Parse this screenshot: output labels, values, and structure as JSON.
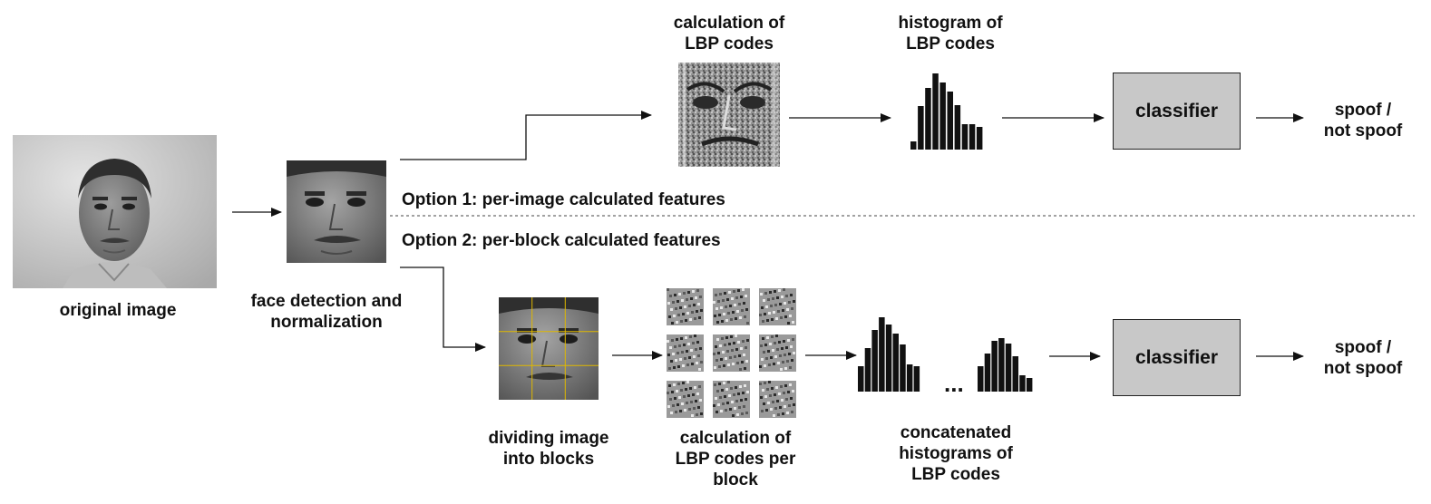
{
  "labels": {
    "original_image": "original image",
    "face_detection": [
      "face detection and",
      "normalization"
    ],
    "lbp_calc_top": [
      "calculation of",
      "LBP codes"
    ],
    "hist_top": [
      "histogram of",
      "LBP codes"
    ],
    "spoof_top": [
      "spoof /",
      "not spoof"
    ],
    "option1": "Option 1: per-image calculated features",
    "option2": "Option 2: per-block calculated features",
    "dividing": [
      "dividing image",
      "into blocks"
    ],
    "lbp_calc_block": [
      "calculation of",
      "LBP codes per",
      "block"
    ],
    "concat_hist": [
      "concatenated",
      "histograms of",
      "LBP codes"
    ],
    "ellipsis": "...",
    "spoof_bottom": [
      "spoof /",
      "not spoof"
    ]
  },
  "classifier_top": "classifier",
  "classifier_bottom": "classifier",
  "histogram_top": [
    9,
    48,
    68,
    84,
    74,
    64,
    49,
    28,
    28,
    25
  ],
  "histogram_bottom_left": [
    28,
    48,
    68,
    82,
    74,
    64,
    52,
    30,
    28
  ],
  "histogram_bottom_right": [
    28,
    42,
    56,
    59,
    53,
    39,
    18,
    15
  ],
  "colors": {
    "classifier_fill": "#c8c8c8",
    "grid_lines": "#e0b800",
    "ink": "#111111"
  }
}
